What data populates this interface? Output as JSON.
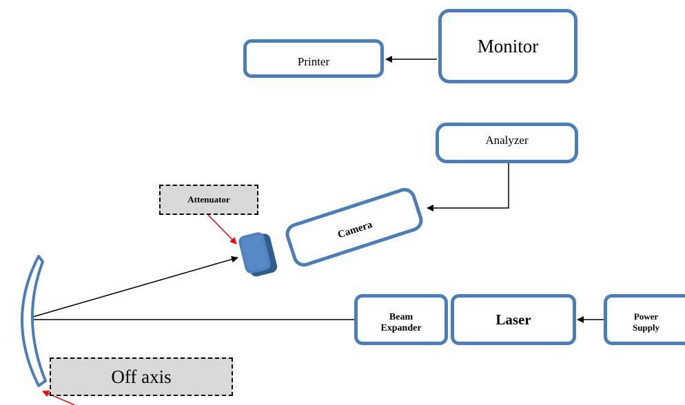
{
  "nodes": {
    "monitor": "Monitor",
    "printer": "Printer",
    "analyzer": "Analyzer",
    "attenuator": "Attenuator",
    "camera": "Camera",
    "beam_expander_line1": "Beam",
    "beam_expander_line2": "Expander",
    "laser": "Laser",
    "power_supply_line1": "Power",
    "power_supply_line2": "Supply",
    "off_axis": "Off axis"
  },
  "colors": {
    "box_border": "#4a7ebb",
    "note_fill": "#d9d9d9",
    "pointer_arrow": "#ff0000",
    "mirror": "#4a7ebb"
  }
}
